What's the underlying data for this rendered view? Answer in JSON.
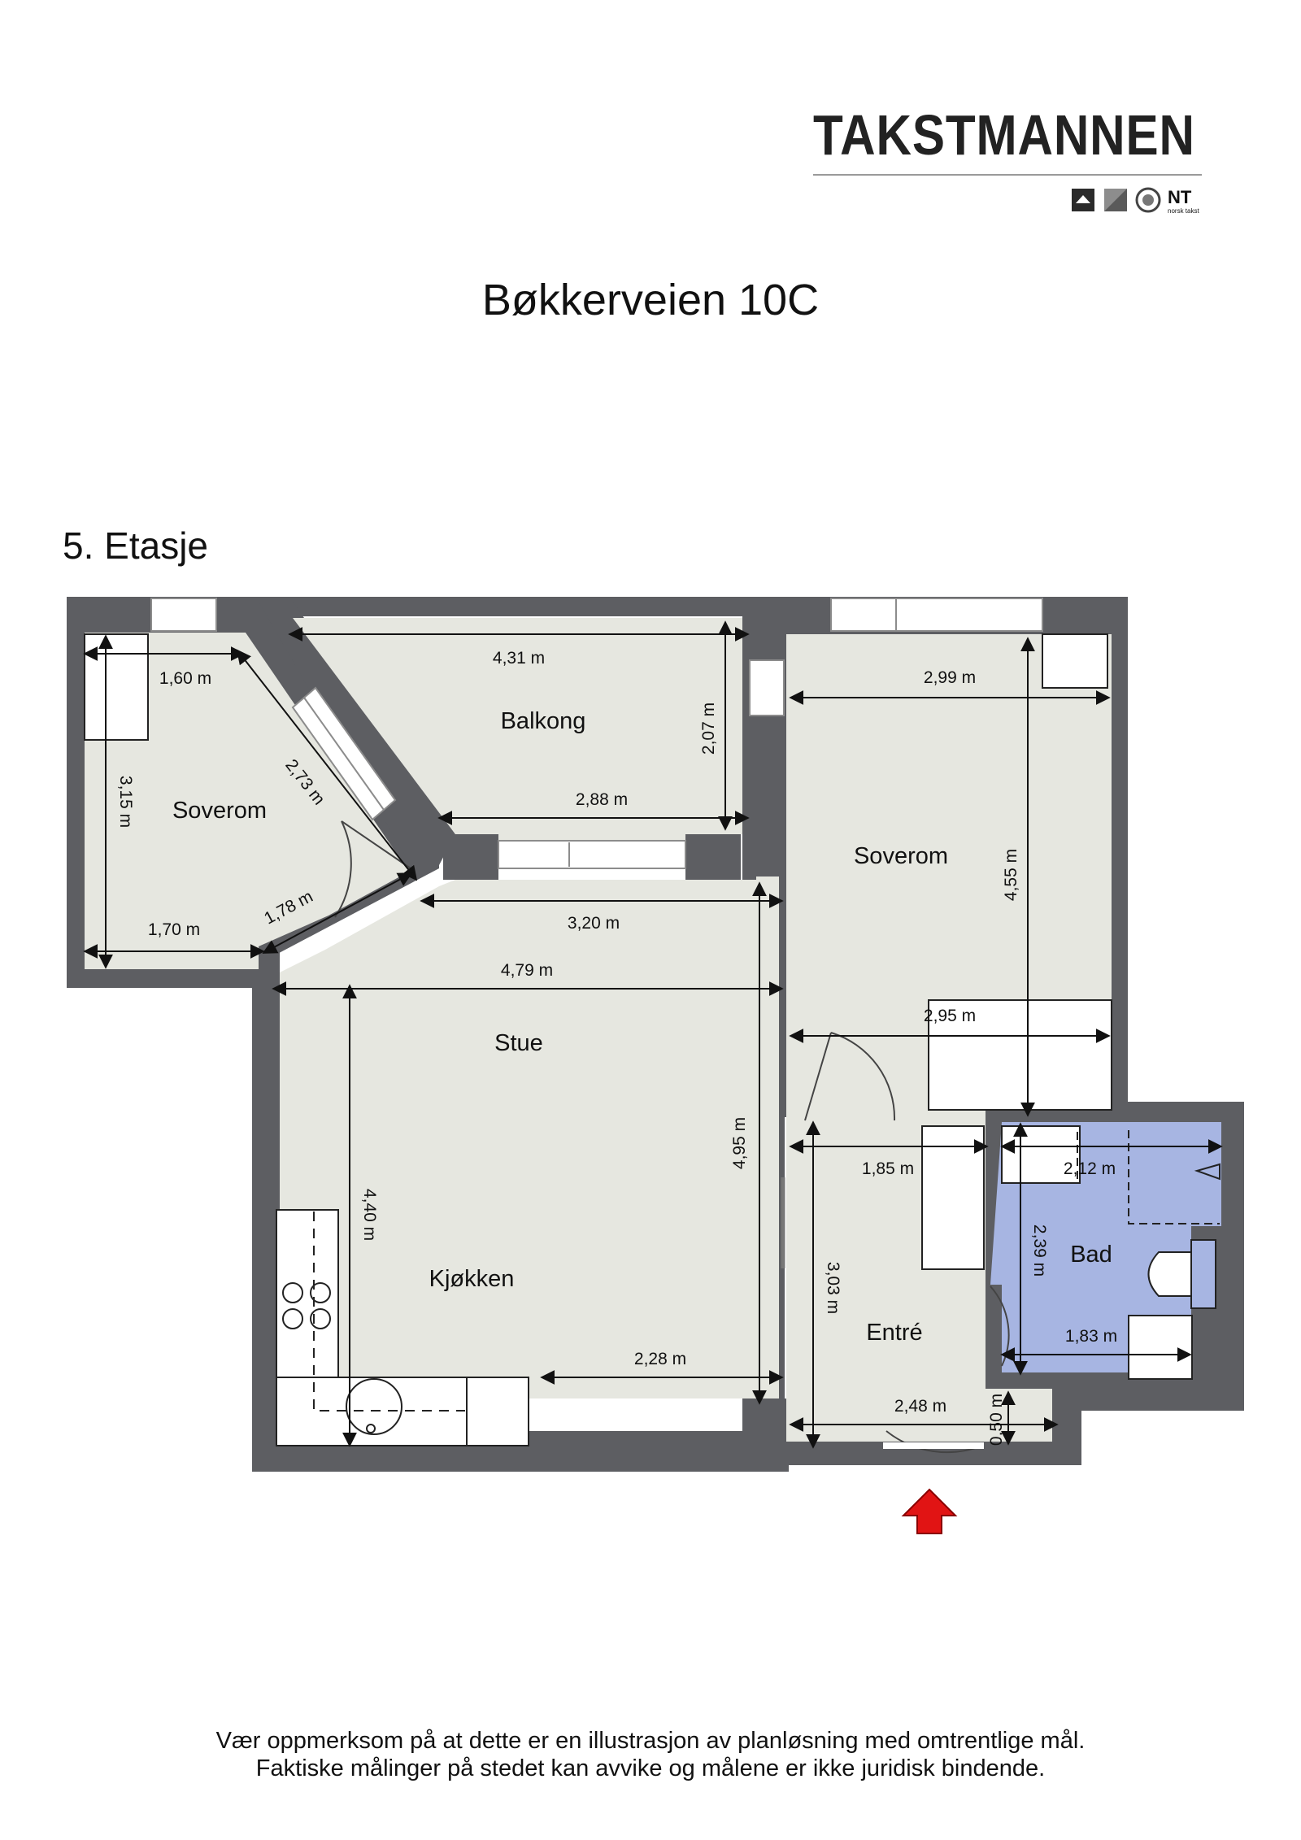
{
  "brand": {
    "name": "TAKSTMANNEN",
    "badge_text": "norsk takst"
  },
  "title": "Bøkkerveien 10C",
  "floor": "5. Etasje",
  "rooms": {
    "soverom_left": "Soverom",
    "balkong": "Balkong",
    "soverom_right": "Soverom",
    "stue": "Stue",
    "kjokken": "Kjøkken",
    "entre": "Entré",
    "bad": "Bad"
  },
  "dimensions": {
    "d_160": "1,60 m",
    "d_431": "4,31 m",
    "d_299": "2,99 m",
    "d_207": "2,07 m",
    "d_315": "3,15 m",
    "d_273": "2,73 m",
    "d_288": "2,88 m",
    "d_455": "4,55 m",
    "d_178": "1,78 m",
    "d_170": "1,70 m",
    "d_320": "3,20 m",
    "d_479": "4,79 m",
    "d_295": "2,95 m",
    "d_495": "4,95 m",
    "d_185": "1,85 m",
    "d_212": "2,12 m",
    "d_440": "4,40 m",
    "d_239": "2,39 m",
    "d_303": "3,03 m",
    "d_183": "1,83 m",
    "d_228": "2,28 m",
    "d_248": "2,48 m",
    "d_050": "0,50 m"
  },
  "colors": {
    "wall": "#5d5e62",
    "floor": "#e6e7e0",
    "bathroom": "#a7b5e2",
    "entrance_arrow": "#e11414"
  },
  "disclaimer": {
    "line1": "Vær oppmerksom på at dette er en illustrasjon av planløsning med omtrentlige mål.",
    "line2": "Faktiske målinger på stedet kan avvike og målene er ikke juridisk bindende."
  }
}
